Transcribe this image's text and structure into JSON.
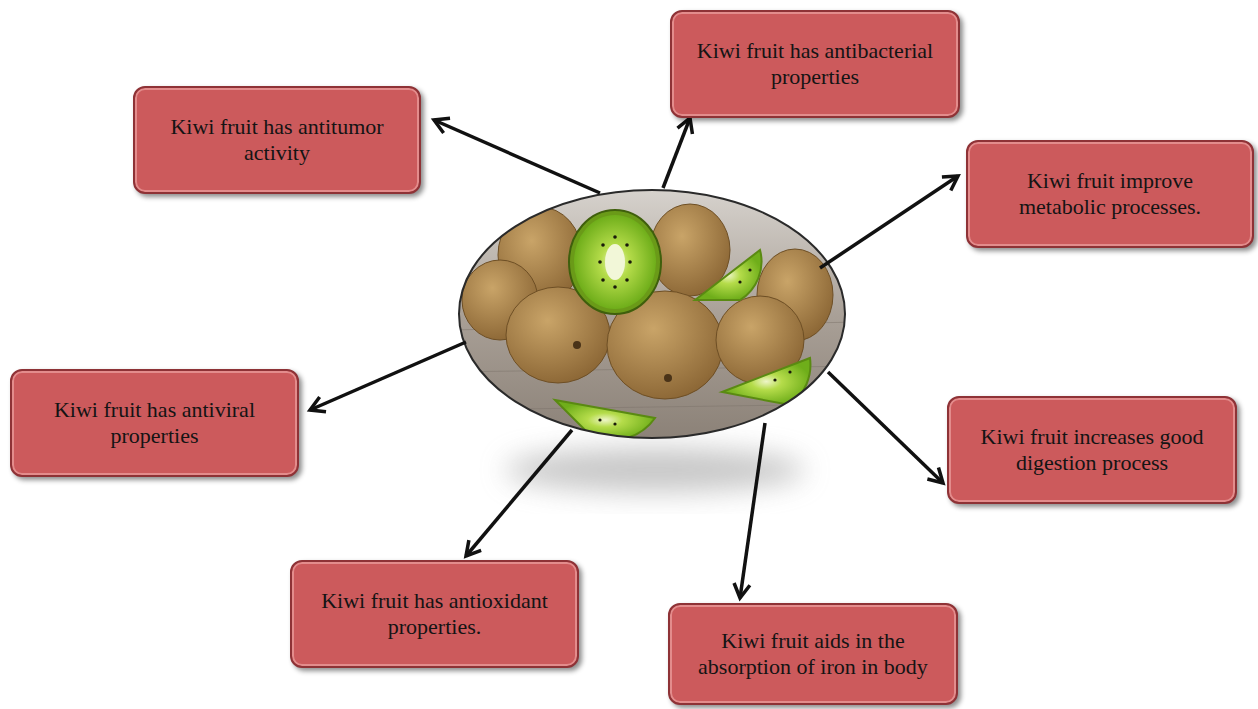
{
  "diagram": {
    "nodes": [
      {
        "text": [
          "Kiwi fruit has antibacterial properties"
        ]
      },
      {
        "text": [
          "Kiwi fruit has antitumor activity"
        ]
      },
      {
        "text": [
          "Kiwi fruit improve metabolic processes."
        ]
      },
      {
        "text": [
          "Kiwi fruit has antiviral properties"
        ]
      },
      {
        "text": [
          "Kiwi fruit increases good digestion process"
        ]
      },
      {
        "text": [
          "Kiwi fruit has antioxidant properties."
        ]
      },
      {
        "text": [
          "Kiwi fruit aids in the absorption of iron in body"
        ]
      }
    ]
  }
}
